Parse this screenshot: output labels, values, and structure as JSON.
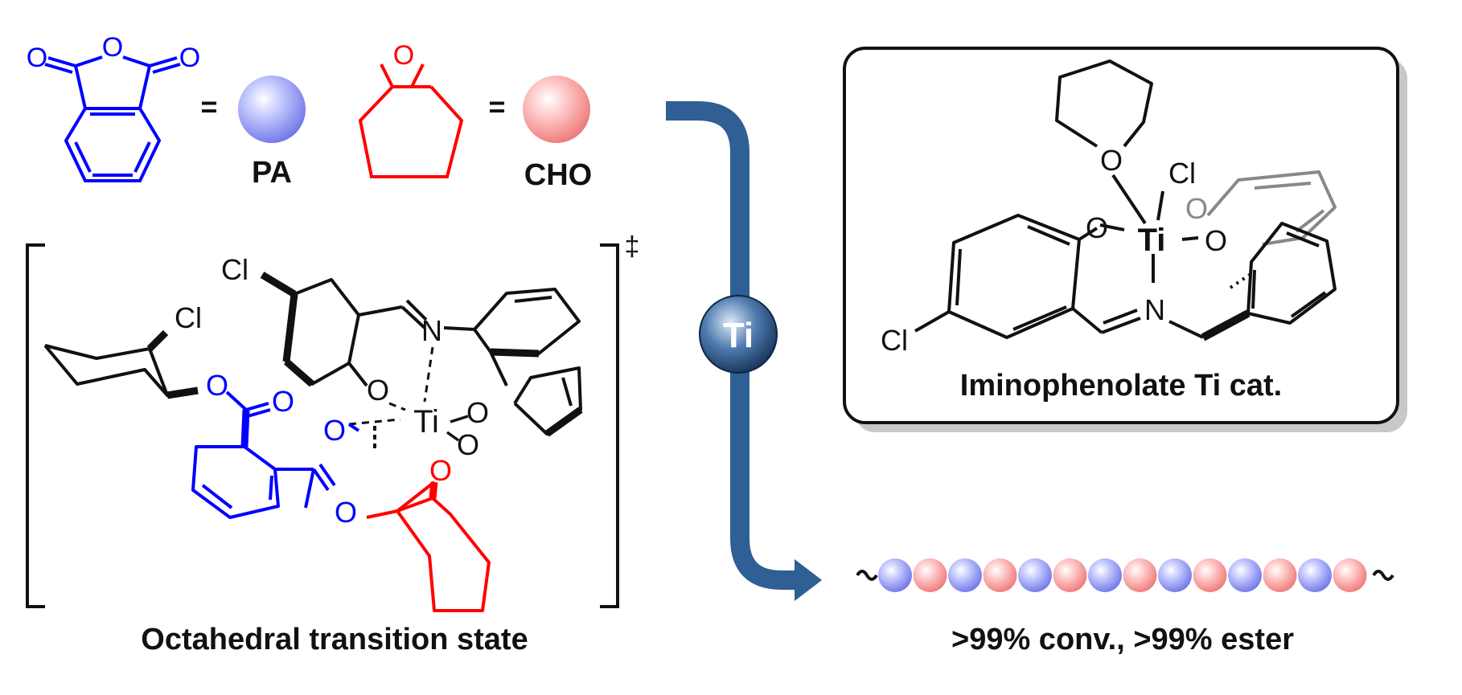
{
  "legend": {
    "pa_label": "PA",
    "cho_label": "CHO",
    "equals": "="
  },
  "catalyst_box": {
    "title": "Iminophenolate Ti cat.",
    "atoms": {
      "cl_top": "Cl",
      "ti": "Ti",
      "o_left": "O",
      "o_right": "O",
      "o_thf": "O",
      "o_back": "O",
      "n": "N",
      "cl_ring": "Cl"
    }
  },
  "arrow": {
    "badge": "Ti"
  },
  "transition_state": {
    "title": "Octahedral transition state",
    "dagger": "‡",
    "atoms": {
      "cl_top": "Cl",
      "cl_cyclo": "Cl",
      "n": "N",
      "ti": "Ti",
      "o_phen_left": "O",
      "o_phen_right": "O",
      "o_right": "O",
      "o_ester1": "O",
      "o_carbonyl1": "O",
      "o_carbonyl2": "O",
      "o_ester2": "O",
      "o_epox": "O"
    }
  },
  "product": {
    "caption": ">99% conv., >99% ester",
    "sequence": [
      "PA",
      "CHO",
      "PA",
      "CHO",
      "PA",
      "CHO",
      "PA",
      "CHO",
      "PA",
      "CHO",
      "PA",
      "CHO",
      "PA",
      "CHO"
    ]
  },
  "colors": {
    "pa_blue": "#0000ff",
    "cho_red": "#ff0000",
    "arrow": "#2f5f94",
    "sphere_blue": "#8e95ee",
    "sphere_red": "#f39a9a"
  }
}
